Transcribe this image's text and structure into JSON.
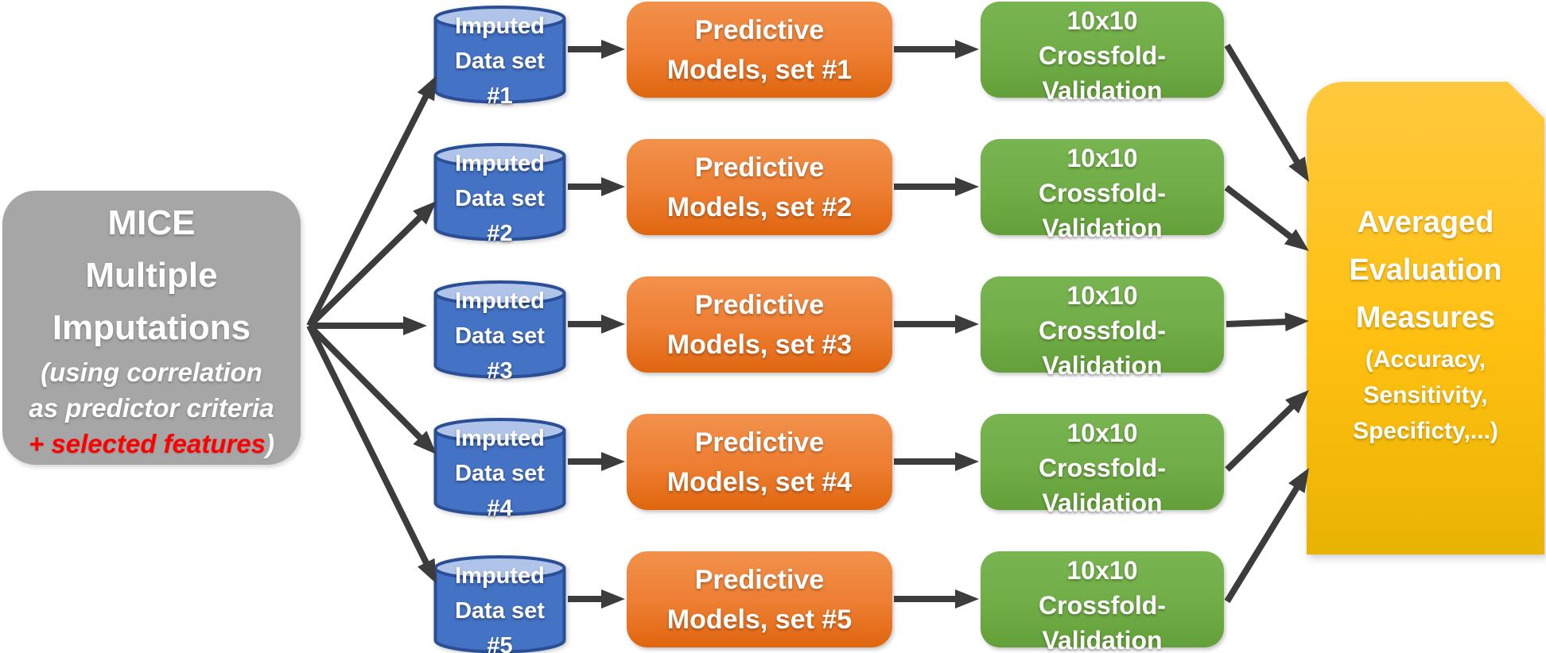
{
  "source_box": {
    "title": "MICE\nMultiple\nImputations",
    "subtitle": "(using correlation\nas predictor criteria",
    "highlight": "+ selected features",
    "paren": ")"
  },
  "rows": [
    {
      "dataset": "Imputed\nData set\n#1",
      "model": "Predictive\nModels, set #1",
      "validation": "10x10\nCrossfold-\nValidation"
    },
    {
      "dataset": "Imputed\nData set\n#2",
      "model": "Predictive\nModels, set #2",
      "validation": "10x10\nCrossfold-\nValidation"
    },
    {
      "dataset": "Imputed\nData set\n#3",
      "model": "Predictive\nModels, set #3",
      "validation": "10x10\nCrossfold-\nValidation"
    },
    {
      "dataset": "Imputed\nData set\n#4",
      "model": "Predictive\nModels, set #4",
      "validation": "10x10\nCrossfold-\nValidation"
    },
    {
      "dataset": "Imputed\nData set\n#5",
      "model": "Predictive\nModels, set #5",
      "validation": "10x10\nCrossfold-\nValidation"
    }
  ],
  "result_box": {
    "title": "Averaged\nEvaluation\nMeasures",
    "subtitle": "(Accuracy,\nSensitivity,\nSpecificty,...)"
  },
  "colors": {
    "source_bg": "#A6A6A6",
    "dataset_body": "#4472C4",
    "dataset_top": "#AFC4E8",
    "dataset_border": "#2B4F96",
    "model_orange": "#ED7D31",
    "validation_green": "#70AD47",
    "result_yellow_top": "#FFC93E",
    "result_yellow_bottom": "#E9B303",
    "highlight_text": "#FF0000",
    "arrow": "#3C3C3C"
  }
}
